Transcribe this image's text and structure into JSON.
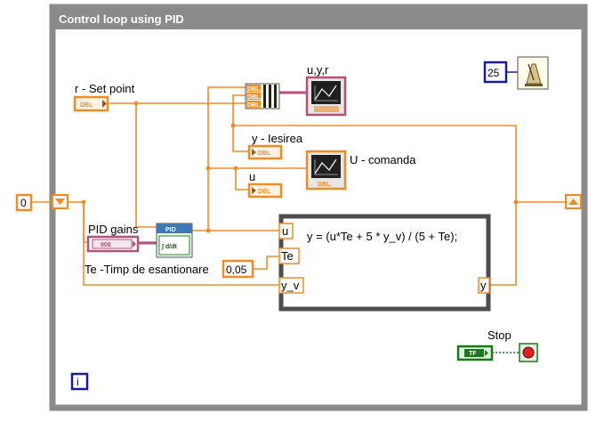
{
  "loop": {
    "title": "Control loop using PID",
    "iteration_icon": "i",
    "timing_value": "25",
    "timing_icon": "metronome-icon"
  },
  "controls": {
    "setpoint_label": "r - Set point",
    "setpoint_type": "DBL",
    "pid_gains_label": "PID gains",
    "pid_gains_type": "908",
    "te_label": "Te -Timp de esantionare",
    "te_value": "0,05",
    "initial_value": "0",
    "stop_label": "Stop",
    "stop_control": "TF"
  },
  "indicators": {
    "graph1_label": "u,y,r",
    "y_label": "y - Iesirea",
    "y_type": "DBL",
    "graph2_label": "U - comanda",
    "u_label": "u",
    "u_type": "DBL",
    "graph_type": "DBL"
  },
  "pid": {
    "header": "PID",
    "symbol": "∫ d/dt"
  },
  "bundle": {
    "inputs": [
      "DBL",
      "DBL",
      "DBL"
    ]
  },
  "formula": {
    "expression": "y = (u*Te + 5 * y_v) / (5 + Te);",
    "input_u": "u",
    "input_te": "Te",
    "input_yv": "y_v",
    "output_y": "y"
  },
  "colors": {
    "double_wire": "#f08c28",
    "cluster_wire": "#b4507a",
    "boolean_wire": "#1a7a1a",
    "loop_frame": "#8a8a8a",
    "formula_frame": "#555555"
  }
}
